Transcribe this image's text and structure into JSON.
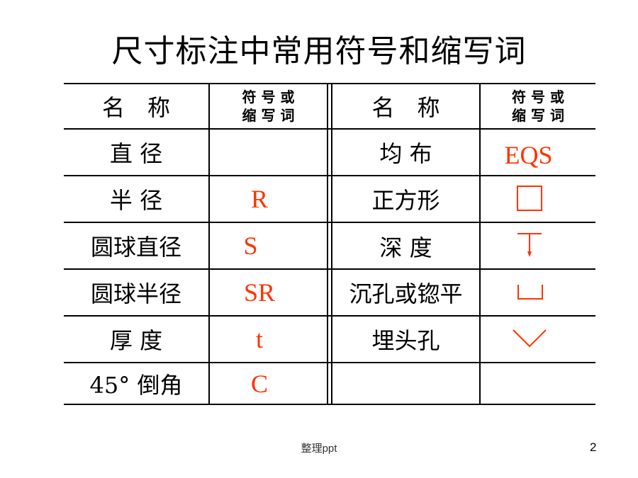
{
  "title": "尺寸标注中常用符号和缩写词",
  "headers": {
    "name": "名　称",
    "symbol_line1": "符 号 或",
    "symbol_line2": "缩 写 词"
  },
  "left_rows": [
    {
      "name": "直 径",
      "symbol": ""
    },
    {
      "name": "半 径",
      "symbol": "R"
    },
    {
      "name": "圆球直径",
      "symbol": "S"
    },
    {
      "name": "圆球半径",
      "symbol": "SR"
    },
    {
      "name": "厚 度",
      "symbol": "t"
    },
    {
      "name": "45° 倒角",
      "symbol": "C"
    }
  ],
  "right_rows": [
    {
      "name": "均 布",
      "symbol": "EQS",
      "icon": "text"
    },
    {
      "name": "正方形",
      "icon": "square-icon"
    },
    {
      "name": "深 度",
      "icon": "depth-icon"
    },
    {
      "name": "沉孔或锪平",
      "icon": "counterbore-icon"
    },
    {
      "name": "埋头孔",
      "icon": "countersink-icon"
    },
    {
      "name": "",
      "icon": ""
    }
  ],
  "colors": {
    "symbol": "#ff3300"
  },
  "footer": "整理ppt",
  "page_number": "2"
}
